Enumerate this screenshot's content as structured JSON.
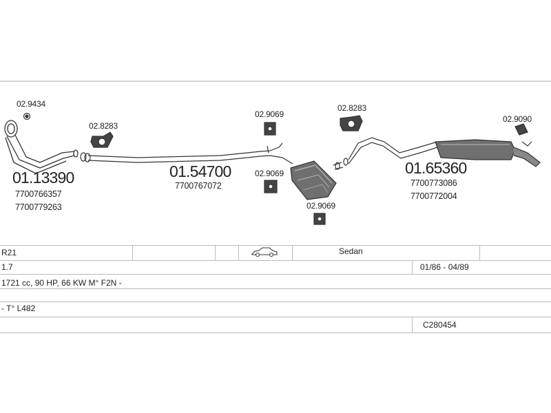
{
  "parts": {
    "front_pipe": {
      "number": "01.13390",
      "oem": [
        "7700766357",
        "7700779263"
      ]
    },
    "middle_silencer": {
      "number": "01.54700",
      "oem": [
        "7700767072"
      ]
    },
    "rear_silencer": {
      "number": "01.65360",
      "oem": [
        "7700773086",
        "7700772004"
      ]
    },
    "fittings": [
      "02.9434",
      "02.8283",
      "02.9069",
      "02.9069",
      "02.9069",
      "02.8283",
      "02.9090"
    ]
  },
  "table": {
    "model": "R21",
    "body": "Sedan",
    "engine_size": "1.7",
    "date_range": "01/86 - 04/89",
    "engine_spec": "1721 cc, 90 HP, 66 KW M° F2N -",
    "type": "- T° L482",
    "code": "C280454",
    "car_icon": "sedan-car-icon"
  },
  "colors": {
    "line": "#bbbbbb",
    "part": "#333333"
  }
}
